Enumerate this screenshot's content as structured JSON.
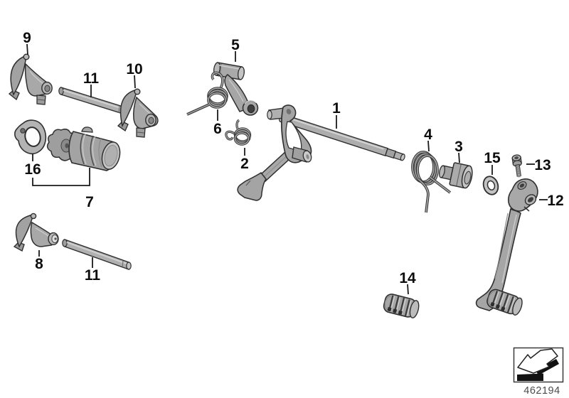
{
  "callouts": {
    "p1": "1",
    "p2": "2",
    "p3": "3",
    "p4": "4",
    "p5": "5",
    "p6": "6",
    "p7": "7",
    "p8": "8",
    "p9": "9",
    "p10": "10",
    "p11a": "11",
    "p11b": "11",
    "p12": "12",
    "p13": "13",
    "p14": "14",
    "p15": "15",
    "p16": "16"
  },
  "footer": {
    "catalog_number": "462194",
    "icon": "direction-arrow-icon"
  },
  "colors": {
    "background": "#ffffff",
    "part_fill": "#a6a6a6",
    "part_light": "#c4c4c4",
    "part_dark": "#8a8a8a",
    "outline": "#2f2f2f",
    "label_text": "#0d0d0d",
    "catalog_text": "#4b4b4b"
  }
}
